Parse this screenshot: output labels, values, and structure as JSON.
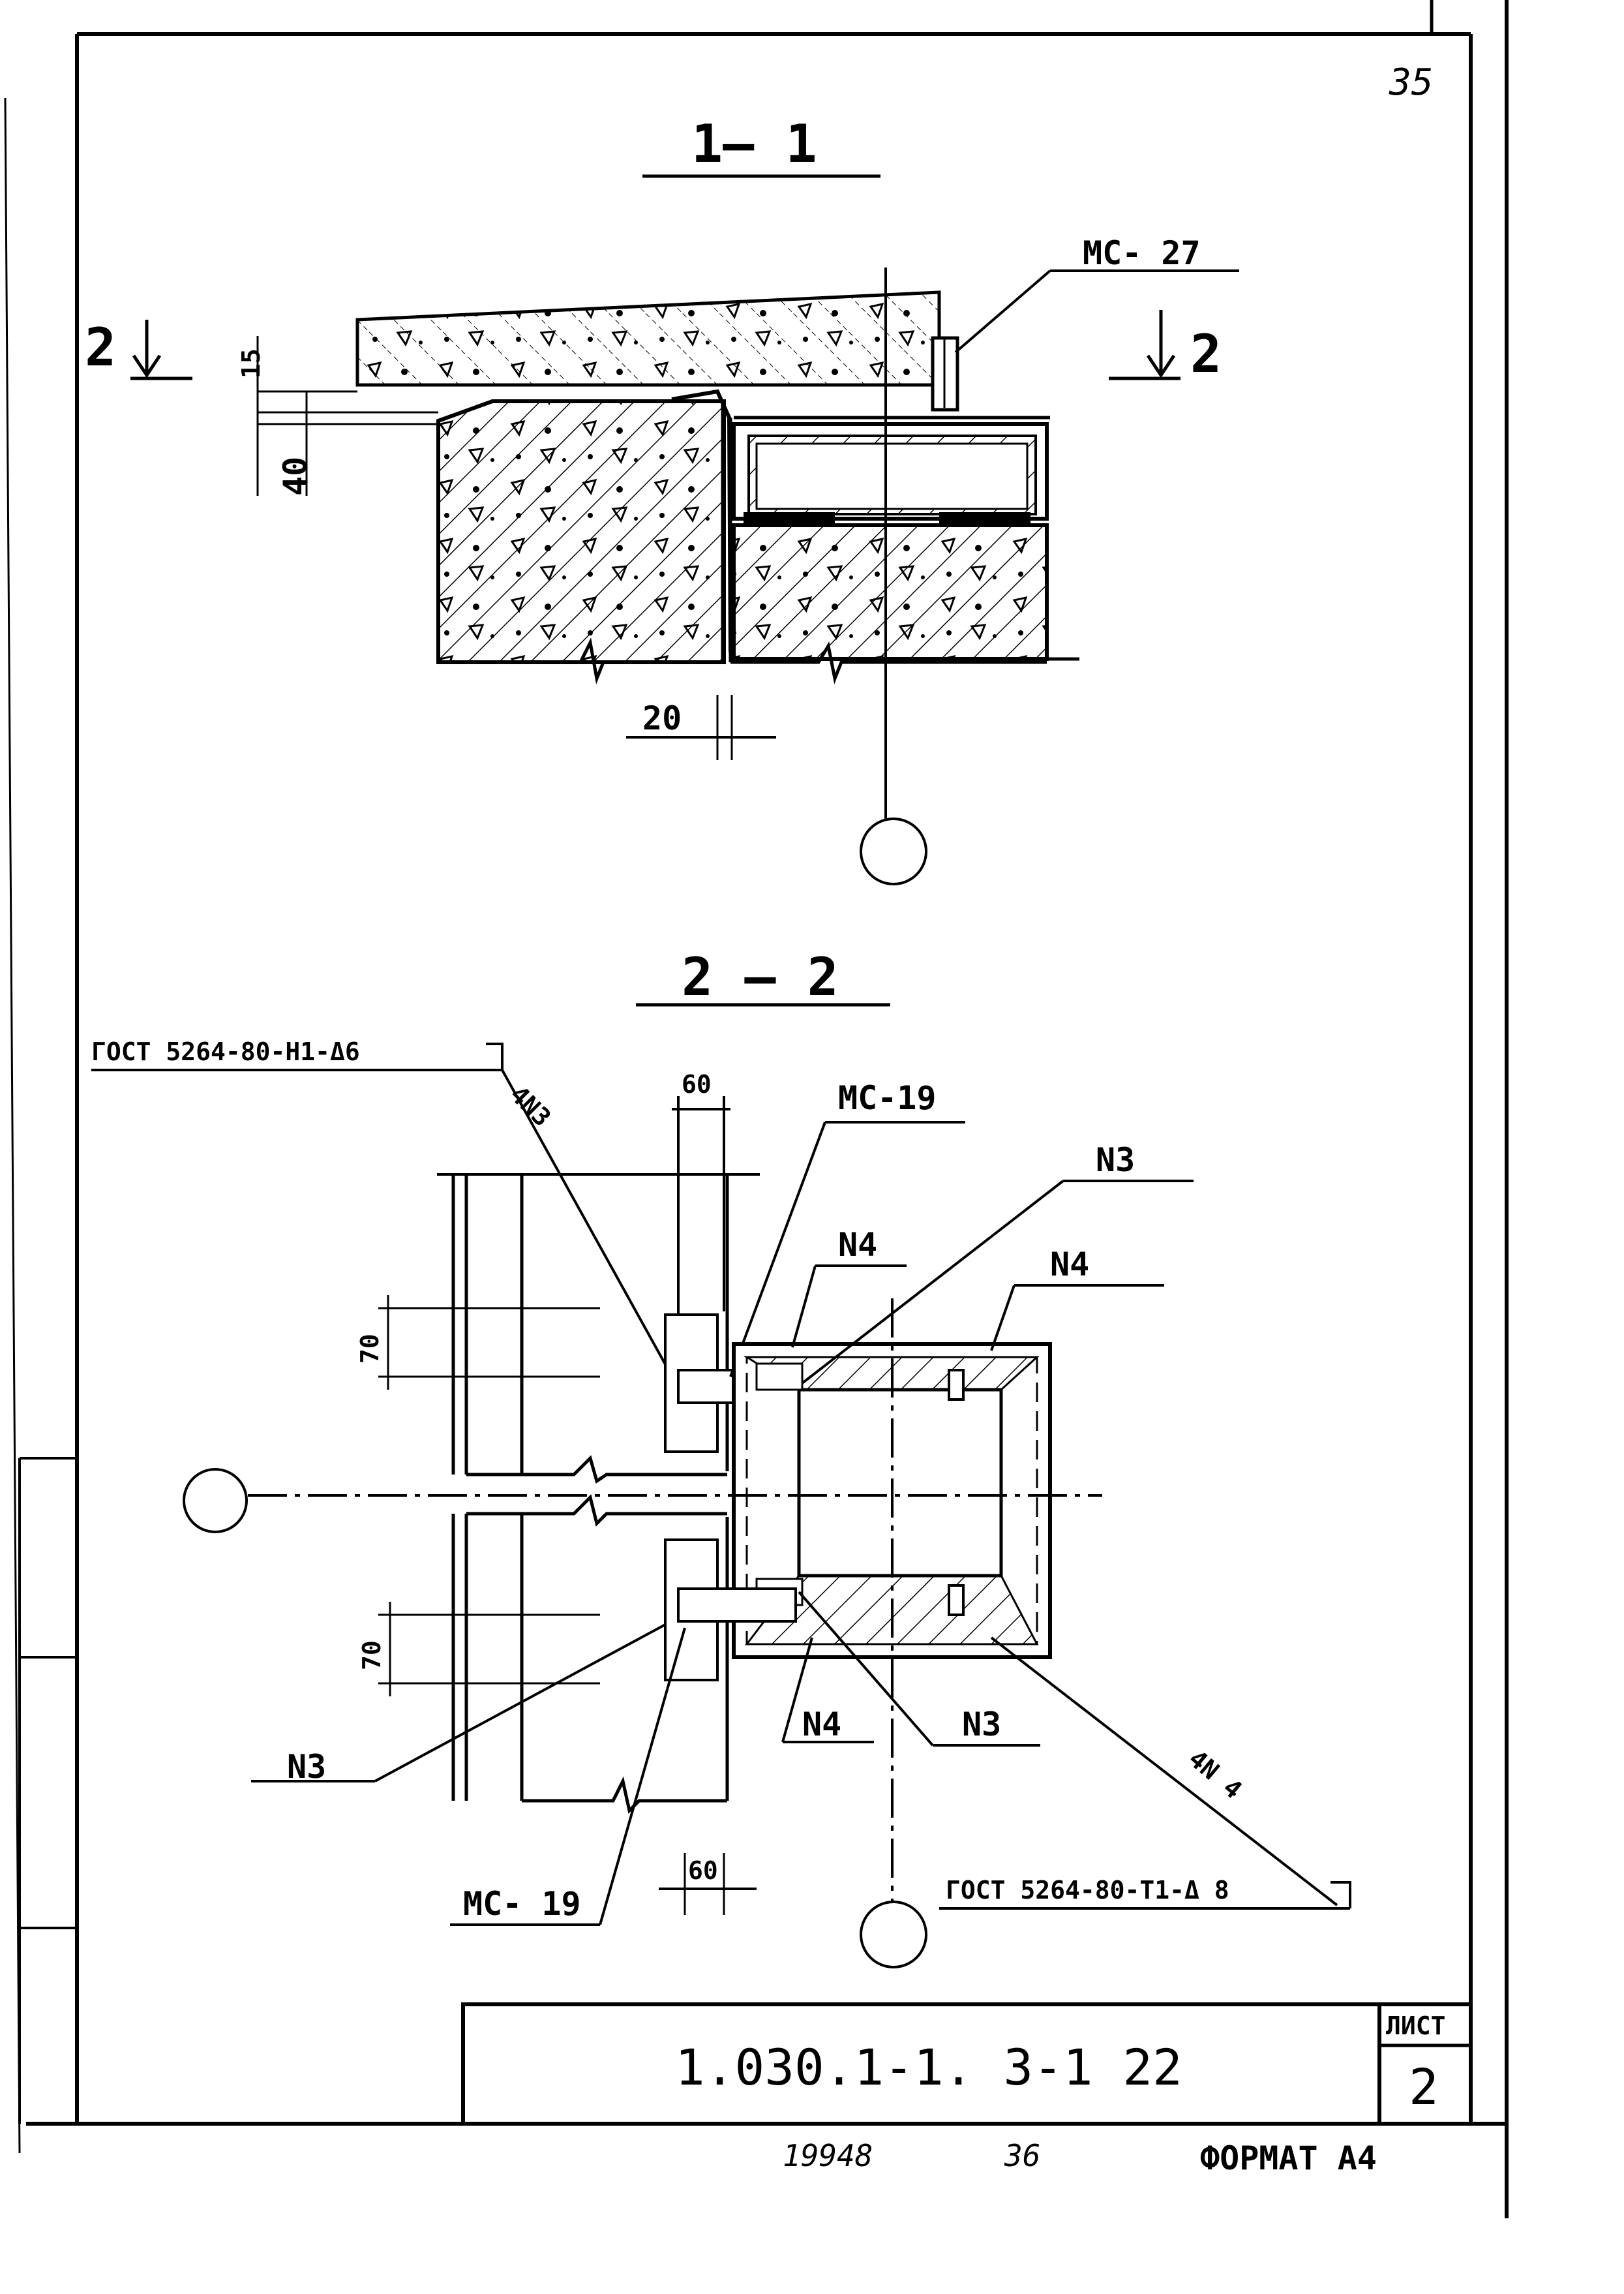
{
  "page_number_handwritten": "35",
  "section_1": {
    "title": "1— 1",
    "cut_marker_left": "2",
    "cut_marker_right": "2",
    "label_mc27": "MC- 27",
    "dim_15": "15",
    "dim_40": "40",
    "dim_20": "20"
  },
  "section_2": {
    "title": "2 — 2",
    "gost_top": "ГОСТ 5264-80-Н1-Δ6",
    "gost_top_count": "4N3",
    "dim_60_top": "60",
    "label_mc19_top": "MC-19",
    "label_n3_top": "N3",
    "label_n4_top_left": "N4",
    "label_n4_top_right": "N4",
    "dim_70_upper": "70",
    "dim_70_lower": "70",
    "label_n3_left": "N3",
    "label_n4_bottom": "N4",
    "label_n3_bottom": "N3",
    "gost_bottom_count": "4N 4",
    "gost_bottom": "ГОСТ 5264-80-Т1-Δ 8",
    "dim_60_bottom": "60",
    "label_mc19_bottom": "MC- 19"
  },
  "title_block": {
    "doc_code": "1.030.1-1. 3-1  22",
    "sheet_label": "ЛИСТ",
    "sheet_number": "2"
  },
  "footer": {
    "inventory_number": "19948",
    "copy_number": "36",
    "format_label": "ФОРМАТ А4"
  }
}
